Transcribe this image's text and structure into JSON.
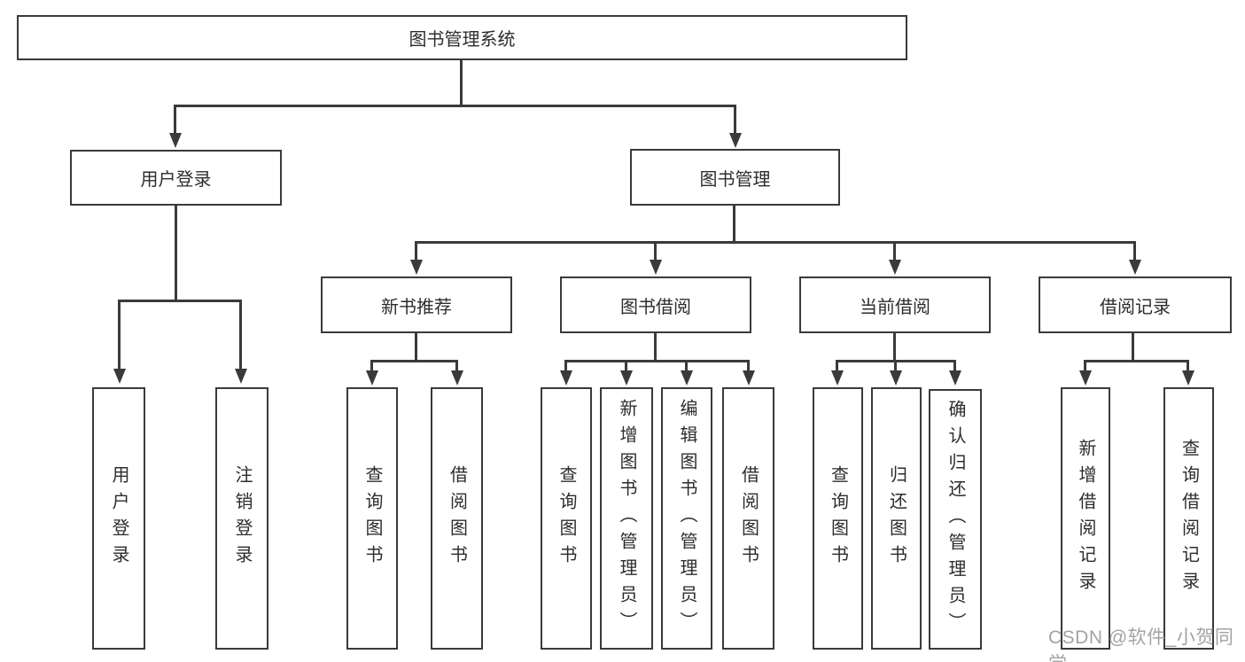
{
  "diagram": {
    "title": "图书管理系统",
    "level2": {
      "user_login": "用户登录",
      "book_management": "图书管理"
    },
    "level3": {
      "new_book_recommend": "新书推荐",
      "book_borrowing": "图书借阅",
      "current_borrowing": "当前借阅",
      "borrowing_records": "借阅记录"
    },
    "leaves": {
      "user_login": "用户登录",
      "logout": "注销登录",
      "nb_query_books": "查询图书",
      "nb_borrow_books": "借阅图书",
      "bb_query_books": "查询图书",
      "bb_add_books_admin": "新增图书（管理员）",
      "bb_edit_books_admin": "编辑图书（管理员）",
      "bb_borrow_books": "借阅图书",
      "cb_query_books": "查询图书",
      "cb_return_books": "归还图书",
      "cb_confirm_return_admin": "确认归还（管理员）",
      "br_add_record": "新增借阅记录",
      "br_query_record": "查询借阅记录"
    }
  },
  "watermark": "CSDN @软件_小贺同学",
  "colors": {
    "line": "#3a3a3a",
    "box_background": "#ffffff",
    "text": "#2d2d2d",
    "watermark": "#a3a3a3"
  }
}
